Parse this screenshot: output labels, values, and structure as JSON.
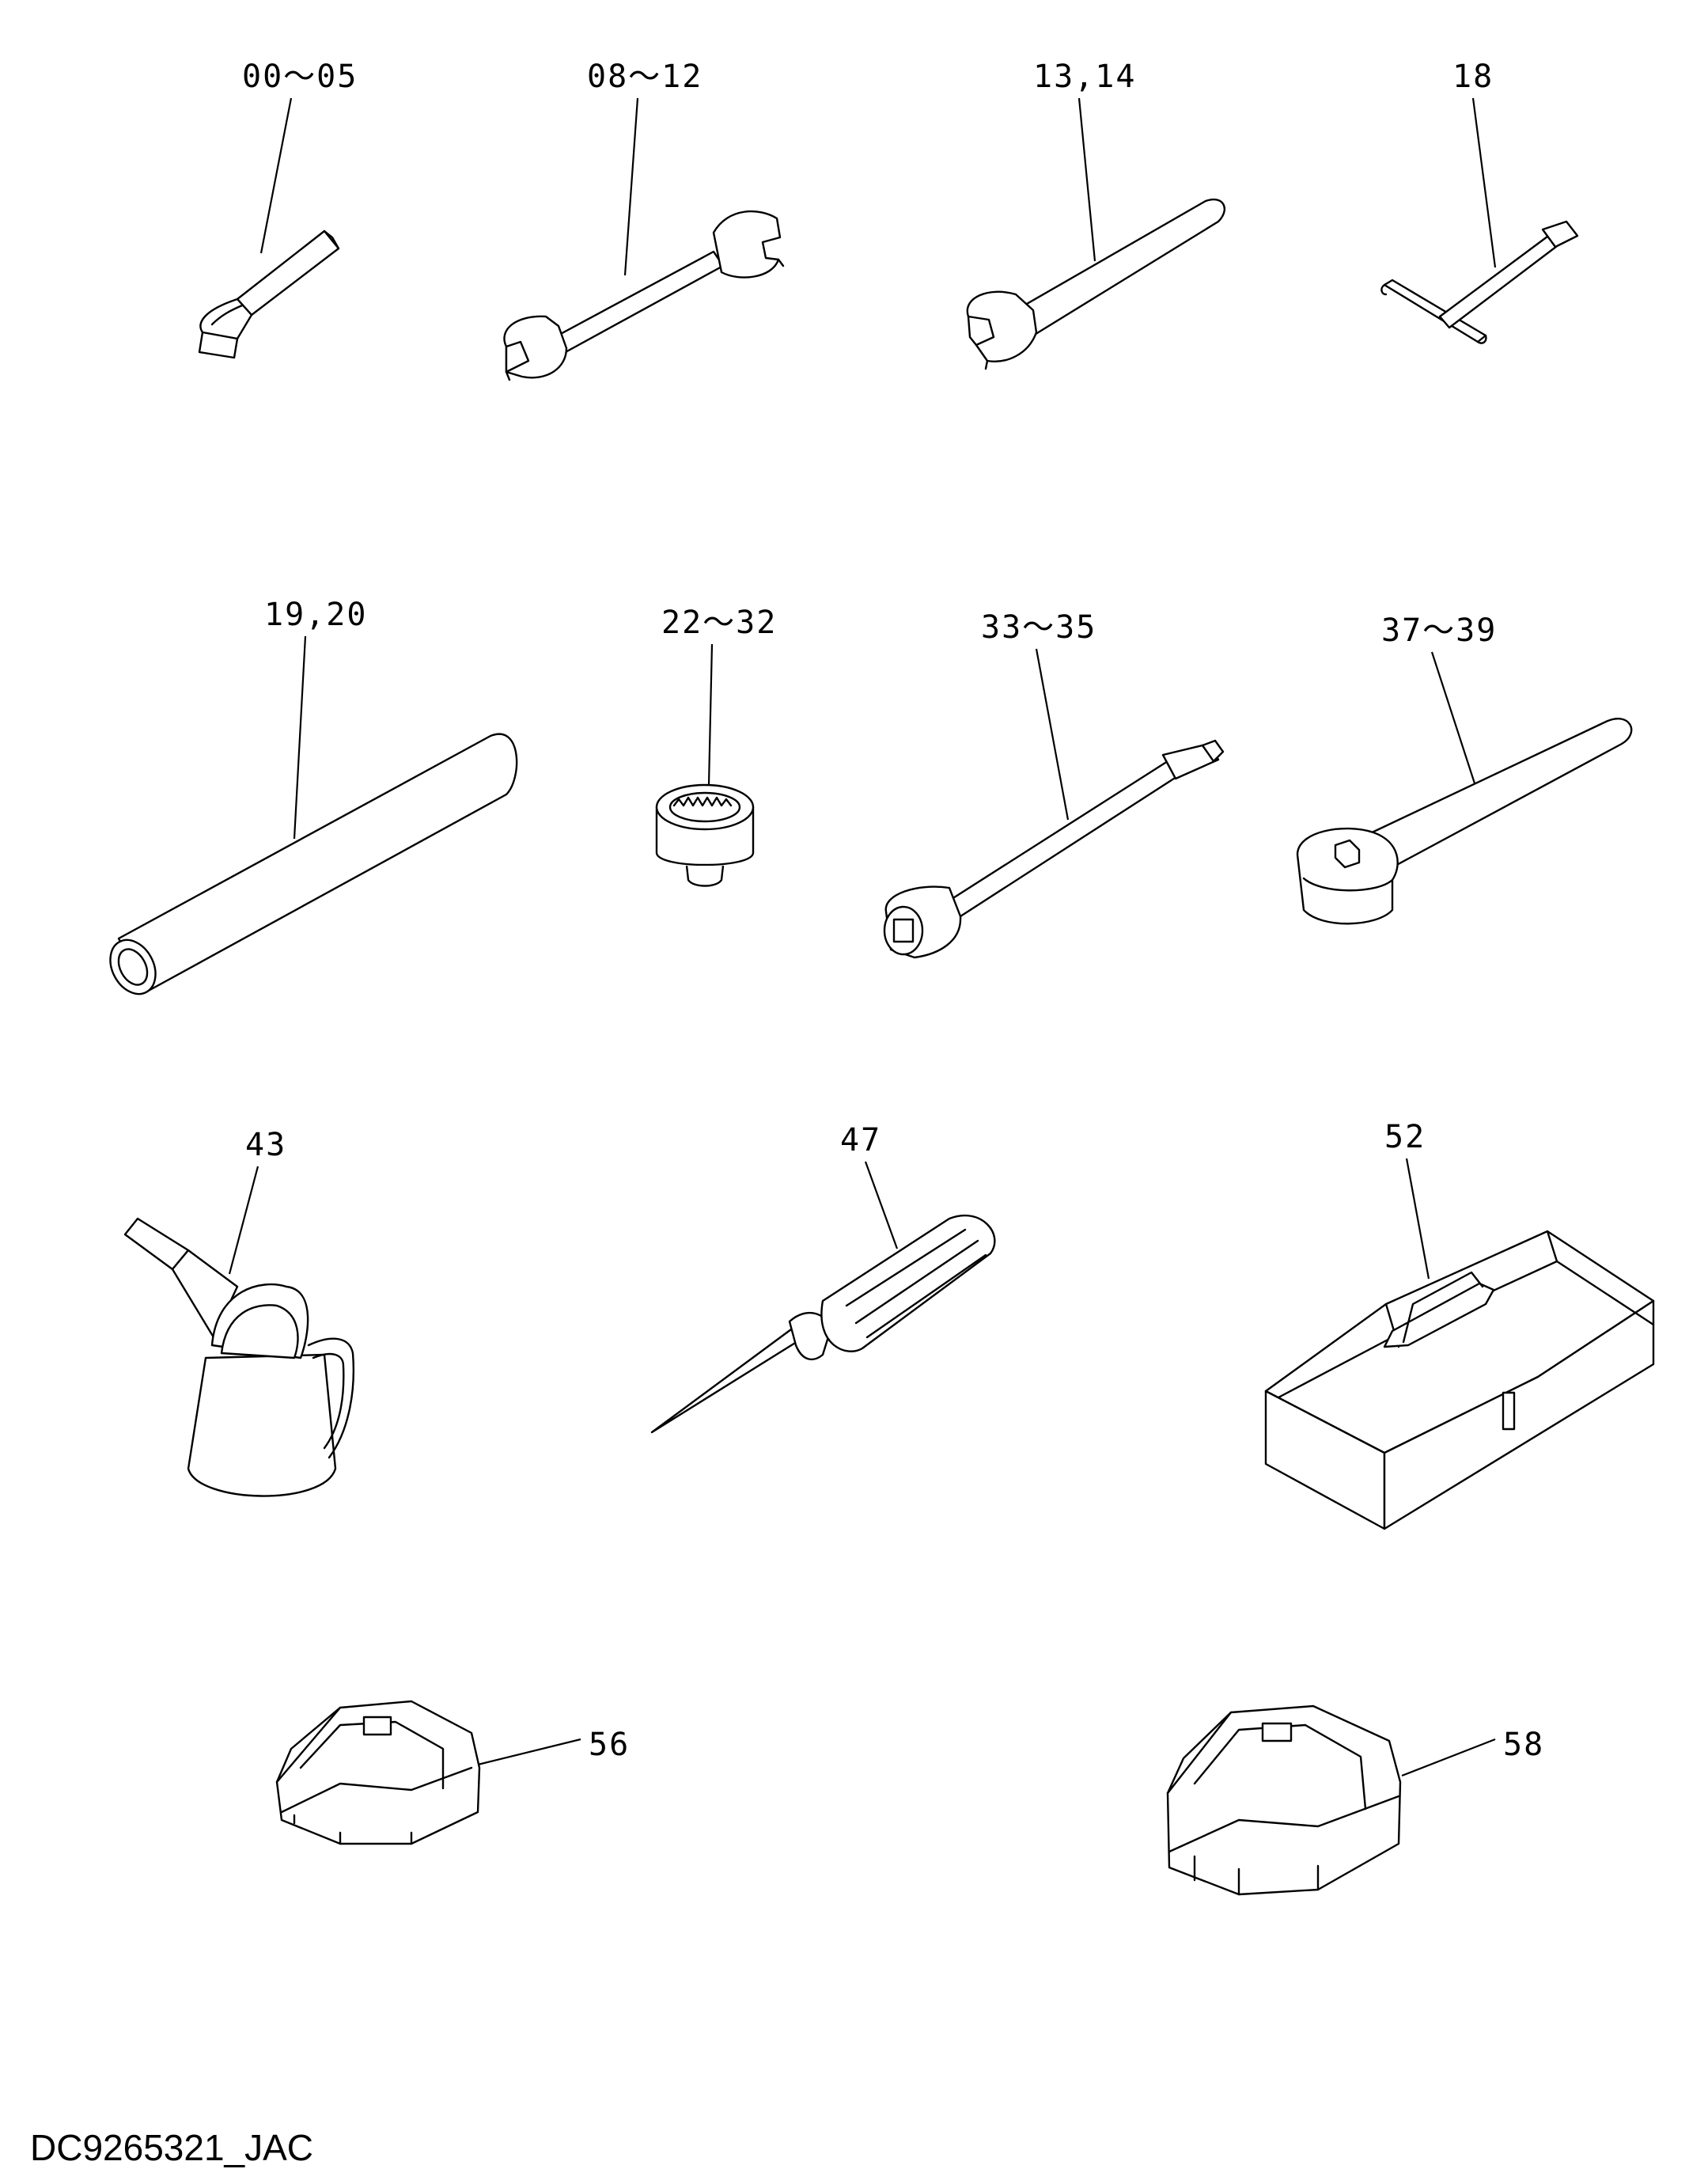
{
  "labels": {
    "hex_key": "00～05",
    "wrench_double": "08～12",
    "wrench_single": "13,14",
    "t_handle": "18",
    "bar": "19,20",
    "socket": "22～32",
    "extension": "33～35",
    "ratchet": "37～39",
    "oil_can": "43",
    "screwdriver": "47",
    "tool_box": "52",
    "filter_wrench_small": "56",
    "filter_wrench_large": "58"
  },
  "document_id": "DC9265321_JAC"
}
